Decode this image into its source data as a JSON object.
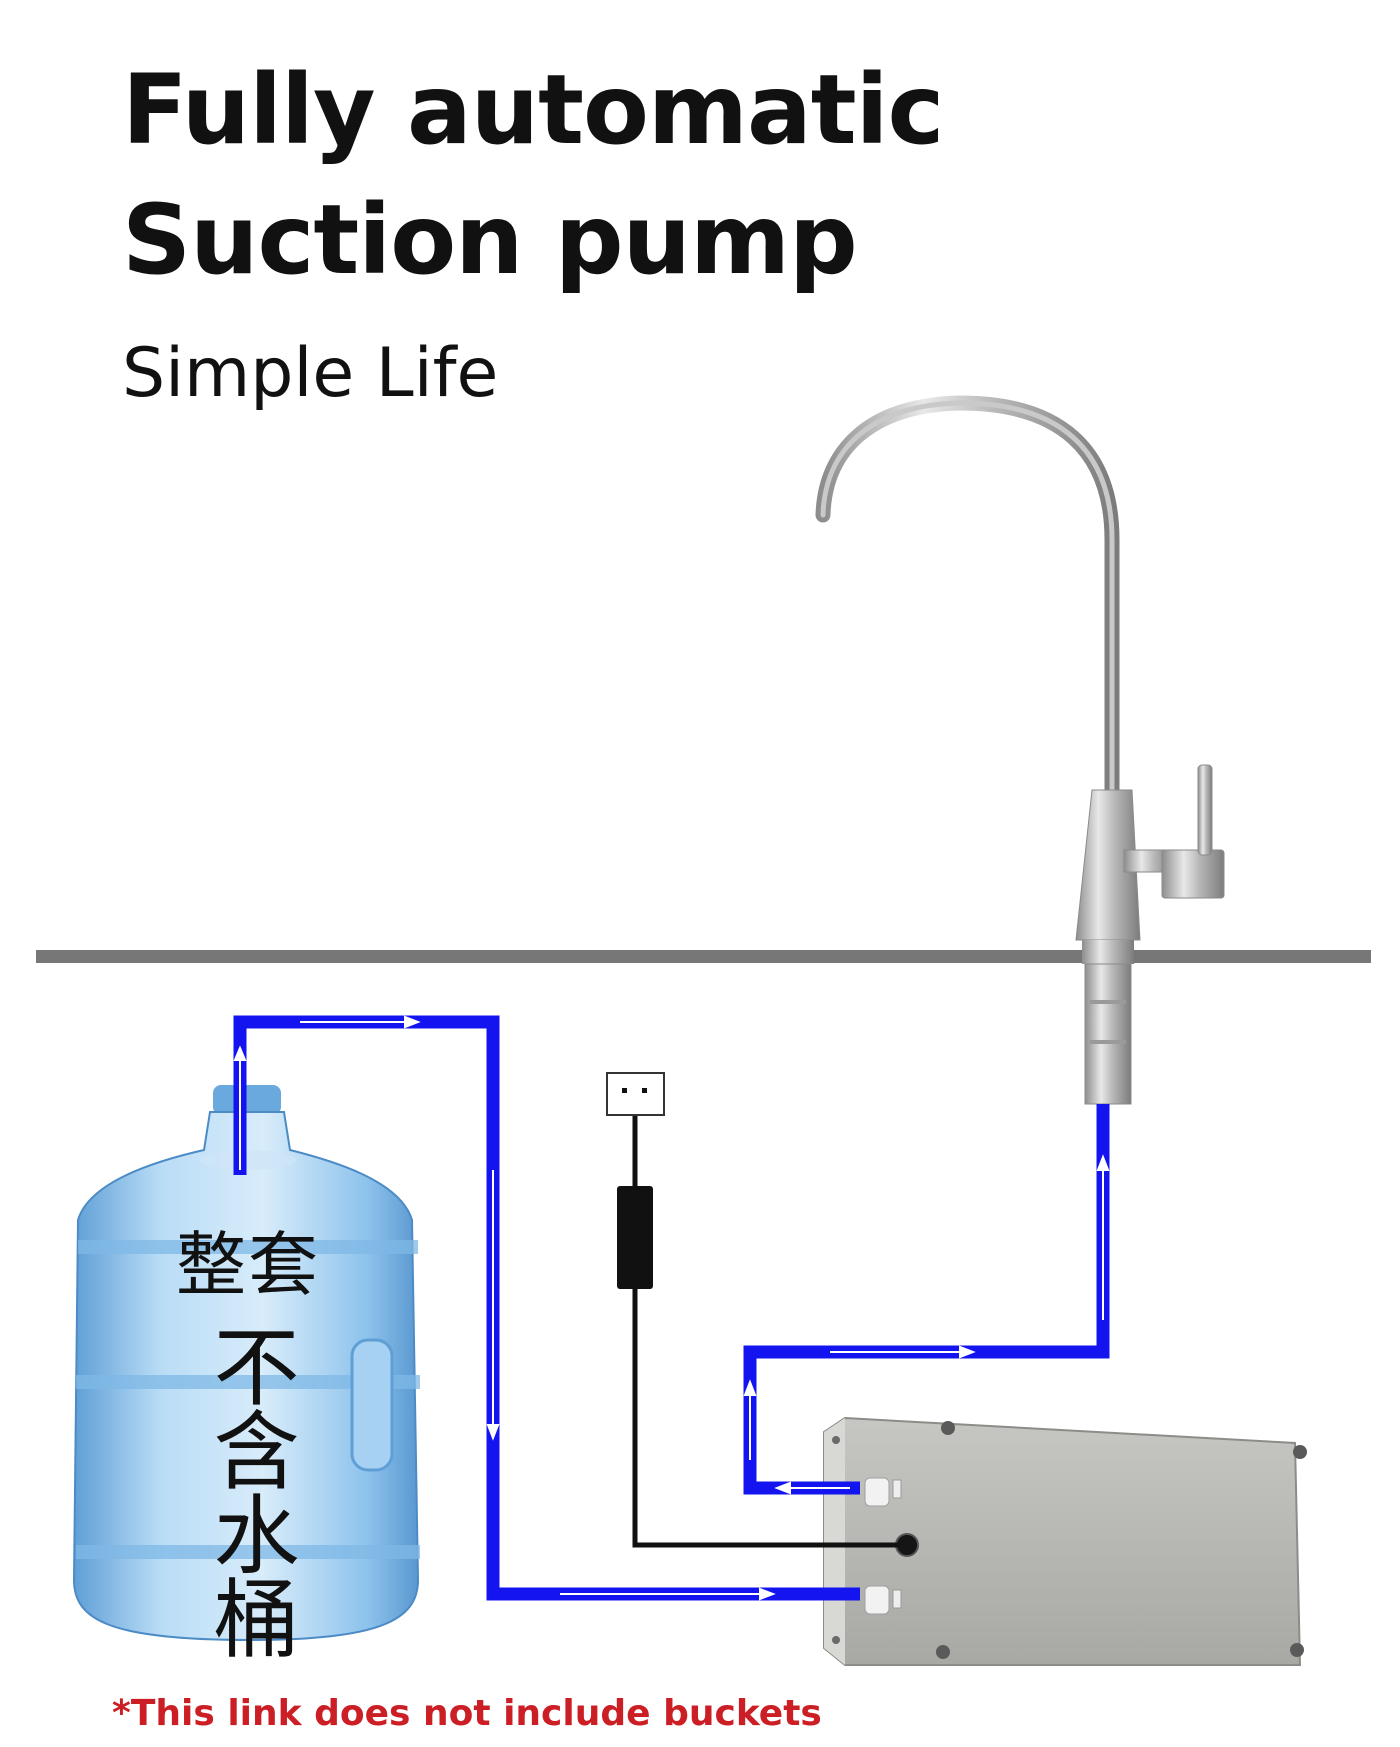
{
  "headline": {
    "line1": "Fully automatic",
    "line2": "Suction pump"
  },
  "tagline": "Simple Life",
  "bucket": {
    "label_top": "整套",
    "label_vertical": "不含水桶"
  },
  "note": "*This link does not include buckets",
  "colors": {
    "pipe": "#1414f0",
    "cable": "#111111",
    "countertop": "#777777",
    "note_text": "#cc1f25",
    "pump_body": "#b4b4b0",
    "bottle": "#8cc3ee"
  },
  "icons": [
    "faucet-icon",
    "water-bottle-icon",
    "pump-box-icon",
    "power-plug-icon",
    "flow-arrow-icon"
  ]
}
